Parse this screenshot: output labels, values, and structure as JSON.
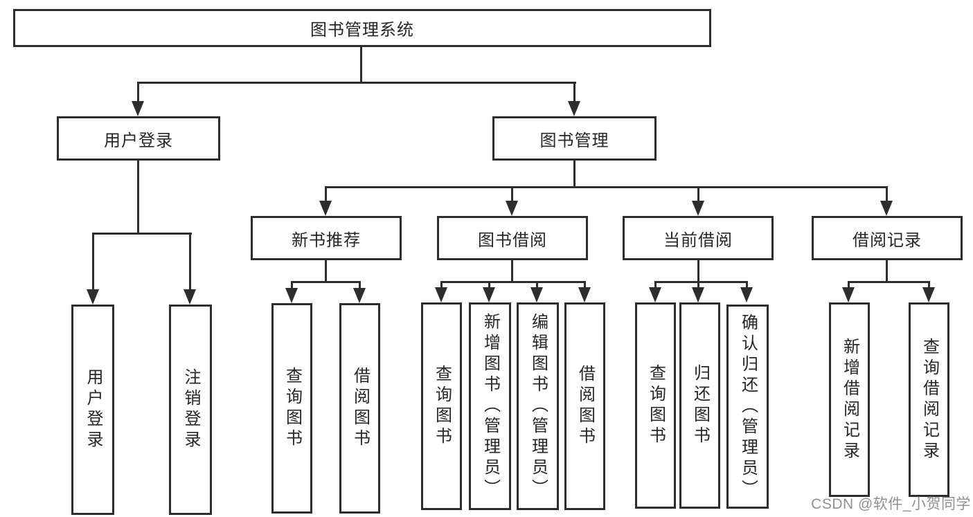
{
  "tree": {
    "root": {
      "label": "图书管理系统"
    },
    "level2": [
      {
        "label": "用户登录"
      },
      {
        "label": "图书管理"
      }
    ],
    "level3": [
      {
        "label": "新书推荐"
      },
      {
        "label": "图书借阅"
      },
      {
        "label": "当前借阅"
      },
      {
        "label": "借阅记录"
      }
    ],
    "leaves_user_login": [
      {
        "label": "用户登录"
      },
      {
        "label": "注销登录"
      }
    ],
    "leaves_new_book": [
      {
        "label": "查询图书"
      },
      {
        "label": "借阅图书"
      }
    ],
    "leaves_book_borrow": [
      {
        "label": "查询图书"
      },
      {
        "label": "新增图书（管理员）"
      },
      {
        "label": "编辑图书（管理员）"
      },
      {
        "label": "借阅图书"
      }
    ],
    "leaves_current_borrow": [
      {
        "label": "查询图书"
      },
      {
        "label": "归还图书"
      },
      {
        "label": "确认归还（管理员）"
      }
    ],
    "leaves_borrow_record": [
      {
        "label": "新增借阅记录"
      },
      {
        "label": "查询借阅记录"
      }
    ]
  },
  "watermark": {
    "text": "CSDN @软件_小贺同学",
    "color": "#7d7d7d"
  },
  "colors": {
    "line": "#2d2d2d",
    "text": "#262626",
    "box_background": "#ffffff",
    "page_background": "#ffffff"
  }
}
